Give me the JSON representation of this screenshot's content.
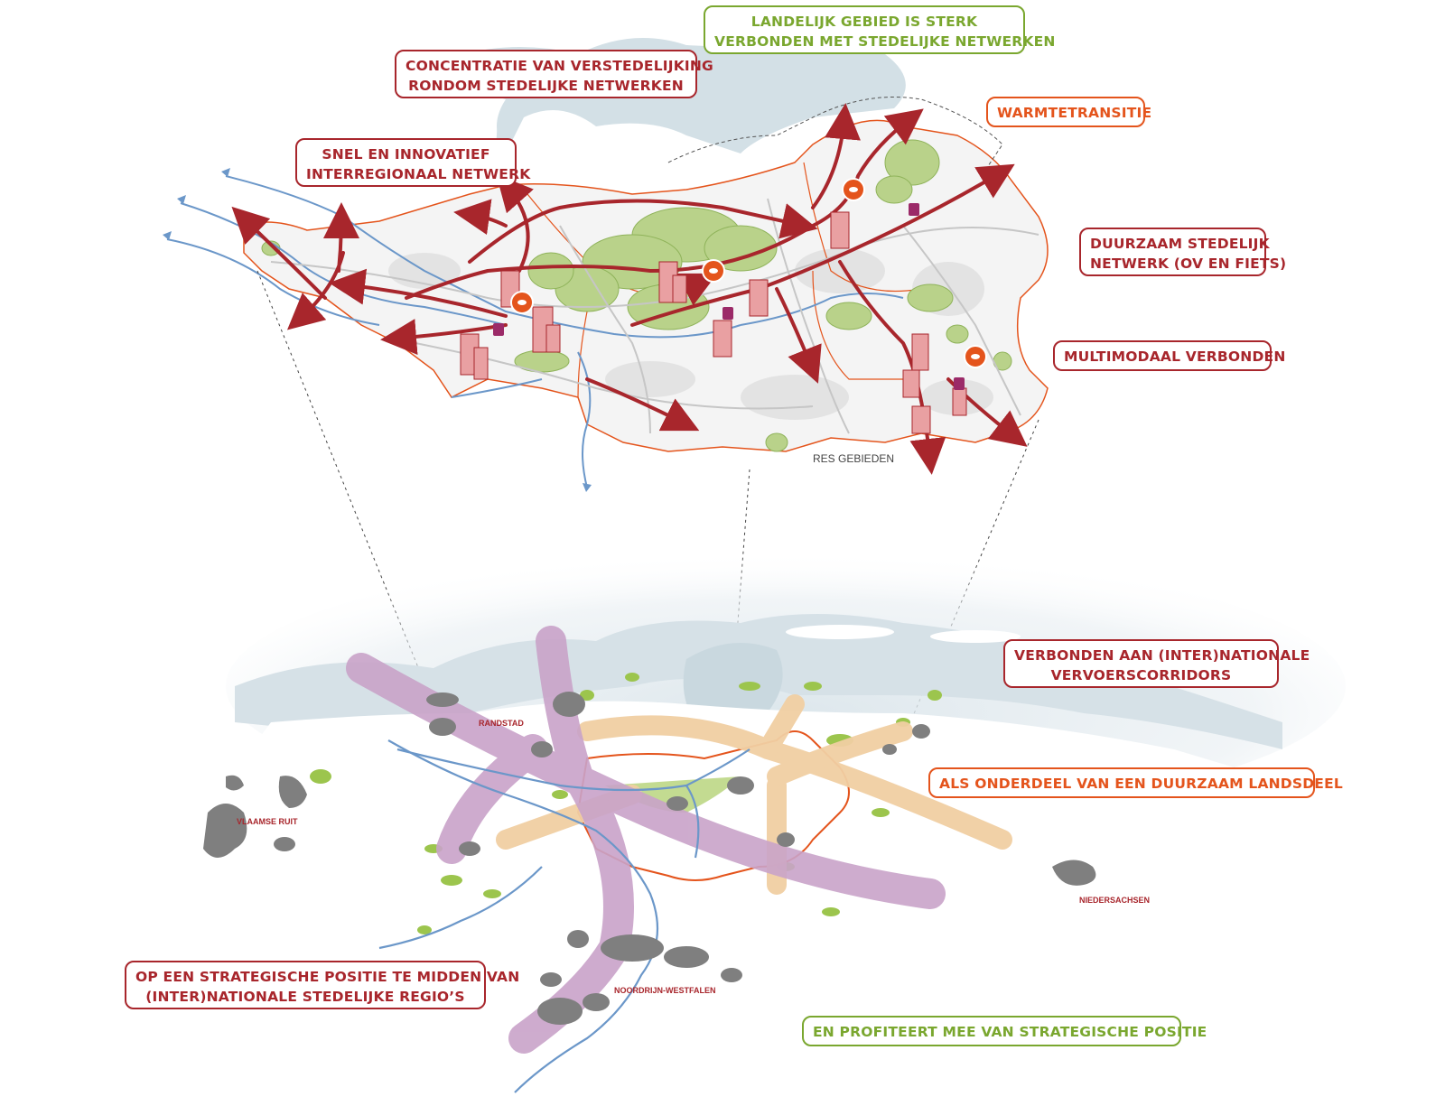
{
  "labels": {
    "landelijk": [
      "LANDELIJK GEBIED IS STERK",
      "VERBONDEN MET STEDELIJKE NETWERKEN"
    ],
    "concentratie": [
      "CONCENTRATIE VAN VERSTEDELIJKING",
      "RONDOM STEDELIJKE NETWERKEN"
    ],
    "snel": [
      "SNEL EN INNOVATIEF",
      "INTERREGIONAAL NETWERK"
    ],
    "warmte": [
      "WARMTETRANSITIE"
    ],
    "duurzaam": [
      "DUURZAAM STEDELIJK",
      "NETWERK (OV EN FIETS)"
    ],
    "multimodaal": [
      "MULTIMODAAL VERBONDEN"
    ],
    "verbonden": [
      "VERBONDEN AAN (INTER)NATIONALE",
      "VERVOERSCORRIDORS"
    ],
    "onderdeel": [
      "ALS ONDERDEEL VAN EEN DUURZAAM LANDSDEEL"
    ],
    "strategisch": [
      "OP EEN STRATEGISCHE POSITIE TE MIDDEN VAN",
      "(INTER)NATIONALE STEDELIJKE REGIO’S"
    ],
    "profiteert": [
      "EN PROFITEERT MEE VAN STRATEGISCHE POSITIE"
    ]
  },
  "map_labels": {
    "res": "RES GEBIEDEN",
    "randstad": "RANDSTAD",
    "vlaamse": "VLAAMSE RUIT",
    "niedersachsen": "NIEDERSACHSEN",
    "noordrijn": "NOORDRIJN-WESTFALEN"
  },
  "colors": {
    "dark_red": "#a8262c",
    "orange": "#e4541c",
    "green": "#7aa72f",
    "water": "#cfdde3",
    "forest": "#b9d28a",
    "purple": "#c9a3c9",
    "peach": "#f1cfa3"
  }
}
